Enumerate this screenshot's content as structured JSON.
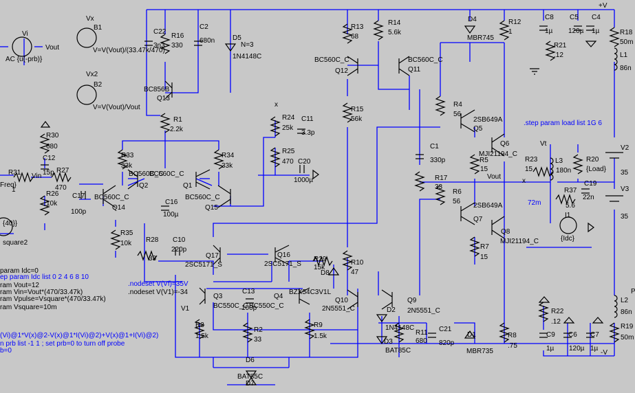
{
  "labels": [
    {
      "t": "+V"
    },
    {
      "t": "R16"
    },
    {
      "t": "330"
    },
    {
      "t": "C22"
    },
    {
      "t": "3n3"
    },
    {
      "t": "C2"
    },
    {
      "t": "680n"
    },
    {
      "t": "D5"
    },
    {
      "t": "N=3"
    },
    {
      "t": "1N4148C"
    },
    {
      "t": "R13"
    },
    {
      "t": "68"
    },
    {
      "t": "R14"
    },
    {
      "t": "5.6k"
    },
    {
      "t": "D4"
    },
    {
      "t": "MBR745"
    },
    {
      "t": "R12"
    },
    {
      "t": "1"
    },
    {
      "t": "C8"
    },
    {
      "t": "1µ"
    },
    {
      "t": "C5"
    },
    {
      "t": "120µ"
    },
    {
      "t": "C4"
    },
    {
      "t": "1µ"
    },
    {
      "t": "R18"
    },
    {
      "t": "50m"
    },
    {
      "t": "R21"
    },
    {
      "t": ".12"
    },
    {
      "t": "L1"
    },
    {
      "t": "86n"
    },
    {
      "t": "BC560C_C"
    },
    {
      "t": "Q12"
    },
    {
      "t": "BC560C_C"
    },
    {
      "t": "Q11"
    },
    {
      "t": "BC856B"
    },
    {
      "t": "Q13"
    },
    {
      "t": "R1"
    },
    {
      "t": "2.2k"
    },
    {
      "t": "R15"
    },
    {
      "t": "56k"
    },
    {
      "t": "R4"
    },
    {
      "t": "56"
    },
    {
      "t": "Q5"
    },
    {
      "t": "2SB649A"
    },
    {
      "t": "Q6"
    },
    {
      "t": "MJI21194_C"
    },
    {
      "t": ".step param load list 1G 6"
    },
    {
      "t": "x"
    },
    {
      "t": "R24"
    },
    {
      "t": "25k"
    },
    {
      "t": "C11"
    },
    {
      "t": "3.3p"
    },
    {
      "t": "R25"
    },
    {
      "t": "470"
    },
    {
      "t": "C20"
    },
    {
      "t": "1000µ"
    },
    {
      "t": "C1"
    },
    {
      "t": "330p"
    },
    {
      "t": "R5"
    },
    {
      "t": "15"
    },
    {
      "t": "Vout"
    },
    {
      "t": "Vt"
    },
    {
      "t": "R23"
    },
    {
      "t": "15"
    },
    {
      "t": "L3"
    },
    {
      "t": "180n"
    },
    {
      "t": "R20"
    },
    {
      "t": "{Load}"
    },
    {
      "t": "V2"
    },
    {
      "t": "35"
    },
    {
      "t": "R17"
    },
    {
      "t": "33"
    },
    {
      "t": "R6"
    },
    {
      "t": "56"
    },
    {
      "t": "2SB649A"
    },
    {
      "t": "Q7"
    },
    {
      "t": "x"
    },
    {
      "t": "R37"
    },
    {
      "t": "5.6"
    },
    {
      "t": "C19"
    },
    {
      "t": "22n"
    },
    {
      "t": "72m"
    },
    {
      "t": "V3"
    },
    {
      "t": "35"
    },
    {
      "t": "I1"
    },
    {
      "t": "{Idc}"
    },
    {
      "t": "Q8"
    },
    {
      "t": "MJI21194_C"
    },
    {
      "t": "R7"
    },
    {
      "t": "15"
    },
    {
      "t": "Vi"
    },
    {
      "t": "Vout"
    },
    {
      "t": "AC {u(-prb)}"
    },
    {
      "t": "B1"
    },
    {
      "t": "V=V(Vout)/(33.47k/470)"
    },
    {
      "t": "Vx"
    },
    {
      "t": "Vx2"
    },
    {
      "t": "B2"
    },
    {
      "t": "V=V(Vout)/Vout"
    },
    {
      "t": "R30"
    },
    {
      "t": "680"
    },
    {
      "t": "C12"
    },
    {
      "t": "15p"
    },
    {
      "t": "R31"
    },
    {
      "t": "R27"
    },
    {
      "t": "470"
    },
    {
      "t": "Vin"
    },
    {
      "t": "Freq}"
    },
    {
      "t": "1"
    },
    {
      "t": "R26"
    },
    {
      "t": "10k"
    },
    {
      "t": "C17"
    },
    {
      "t": "100p"
    },
    {
      "t": "R33"
    },
    {
      "t": "33k"
    },
    {
      "t": "BC560C_C"
    },
    {
      "t": "BC560C_C"
    },
    {
      "t": "Q2"
    },
    {
      "t": "Q1"
    },
    {
      "t": "R34"
    },
    {
      "t": "33k"
    },
    {
      "t": "BC560C_C"
    },
    {
      "t": "Q14"
    },
    {
      "t": "BC560C_C"
    },
    {
      "t": "Q15"
    },
    {
      "t": "C16"
    },
    {
      "t": "100µ"
    },
    {
      "t": "R35"
    },
    {
      "t": "10k"
    },
    {
      "t": "{40}}"
    },
    {
      "t": "square2"
    },
    {
      "t": "R28"
    },
    {
      "t": "33"
    },
    {
      "t": "C10"
    },
    {
      "t": "220p"
    },
    {
      "t": "Q17"
    },
    {
      "t": "2SC5171_S"
    },
    {
      "t": "Q16"
    },
    {
      "t": "2SC5171_S"
    },
    {
      "t": "R29"
    },
    {
      "t": "15k"
    },
    {
      "t": "D8"
    },
    {
      "t": "R10"
    },
    {
      "t": "47"
    },
    {
      "t": "param Idc=0"
    },
    {
      "t": "ep param Idc list 0 2 4 6 8 10"
    },
    {
      "t": "ram Vout=12"
    },
    {
      "t": "ram Vin=Vout*(470/33.47k)"
    },
    {
      "t": "ram Vpulse=Vsquare*(470/33.47k)"
    },
    {
      "t": "ram Vsquare=10m"
    },
    {
      "t": ".nodeset V(Vf)=35V"
    },
    {
      "t": ".nodeset V(V1)=-34"
    },
    {
      "t": "(Vi)@1*V(x)@2-V(x)@1*I(Vi)@2)+V(x)@1+I(Vi)@2)"
    },
    {
      "t": "n prb list -1 1 ; set prb=0 to turn off probe"
    },
    {
      "t": "b=0"
    },
    {
      "t": "Q3"
    },
    {
      "t": "C13"
    },
    {
      "t": "Q4"
    },
    {
      "t": "BC550C_C"
    },
    {
      "t": "100p"
    },
    {
      "t": "BC550C_C"
    },
    {
      "t": "BZX54C3V1L"
    },
    {
      "t": "Q10"
    },
    {
      "t": "2N5551_C"
    },
    {
      "t": "Q9"
    },
    {
      "t": "2N5551_C"
    },
    {
      "t": "D2"
    },
    {
      "t": "1N4148C"
    },
    {
      "t": "D3"
    },
    {
      "t": "BAT85C"
    },
    {
      "t": "R11"
    },
    {
      "t": "680"
    },
    {
      "t": "C21"
    },
    {
      "t": "820p"
    },
    {
      "t": "R3"
    },
    {
      "t": "1.5k"
    },
    {
      "t": "R2"
    },
    {
      "t": "33"
    },
    {
      "t": "R9"
    },
    {
      "t": "1.5k"
    },
    {
      "t": "V1"
    },
    {
      "t": "D6"
    },
    {
      "t": "BAT85C"
    },
    {
      "t": "D7"
    },
    {
      "t": "D1"
    },
    {
      "t": "MBR735"
    },
    {
      "t": "R8"
    },
    {
      "t": ".75"
    },
    {
      "t": "R22"
    },
    {
      "t": ".12"
    },
    {
      "t": "C9"
    },
    {
      "t": "1µ"
    },
    {
      "t": "C6"
    },
    {
      "t": "120µ"
    },
    {
      "t": "C7"
    },
    {
      "t": "1µ"
    },
    {
      "t": "-V"
    },
    {
      "t": "L2"
    },
    {
      "t": "86n"
    },
    {
      "t": "R19"
    },
    {
      "t": "50m"
    },
    {
      "t": "P"
    }
  ]
}
